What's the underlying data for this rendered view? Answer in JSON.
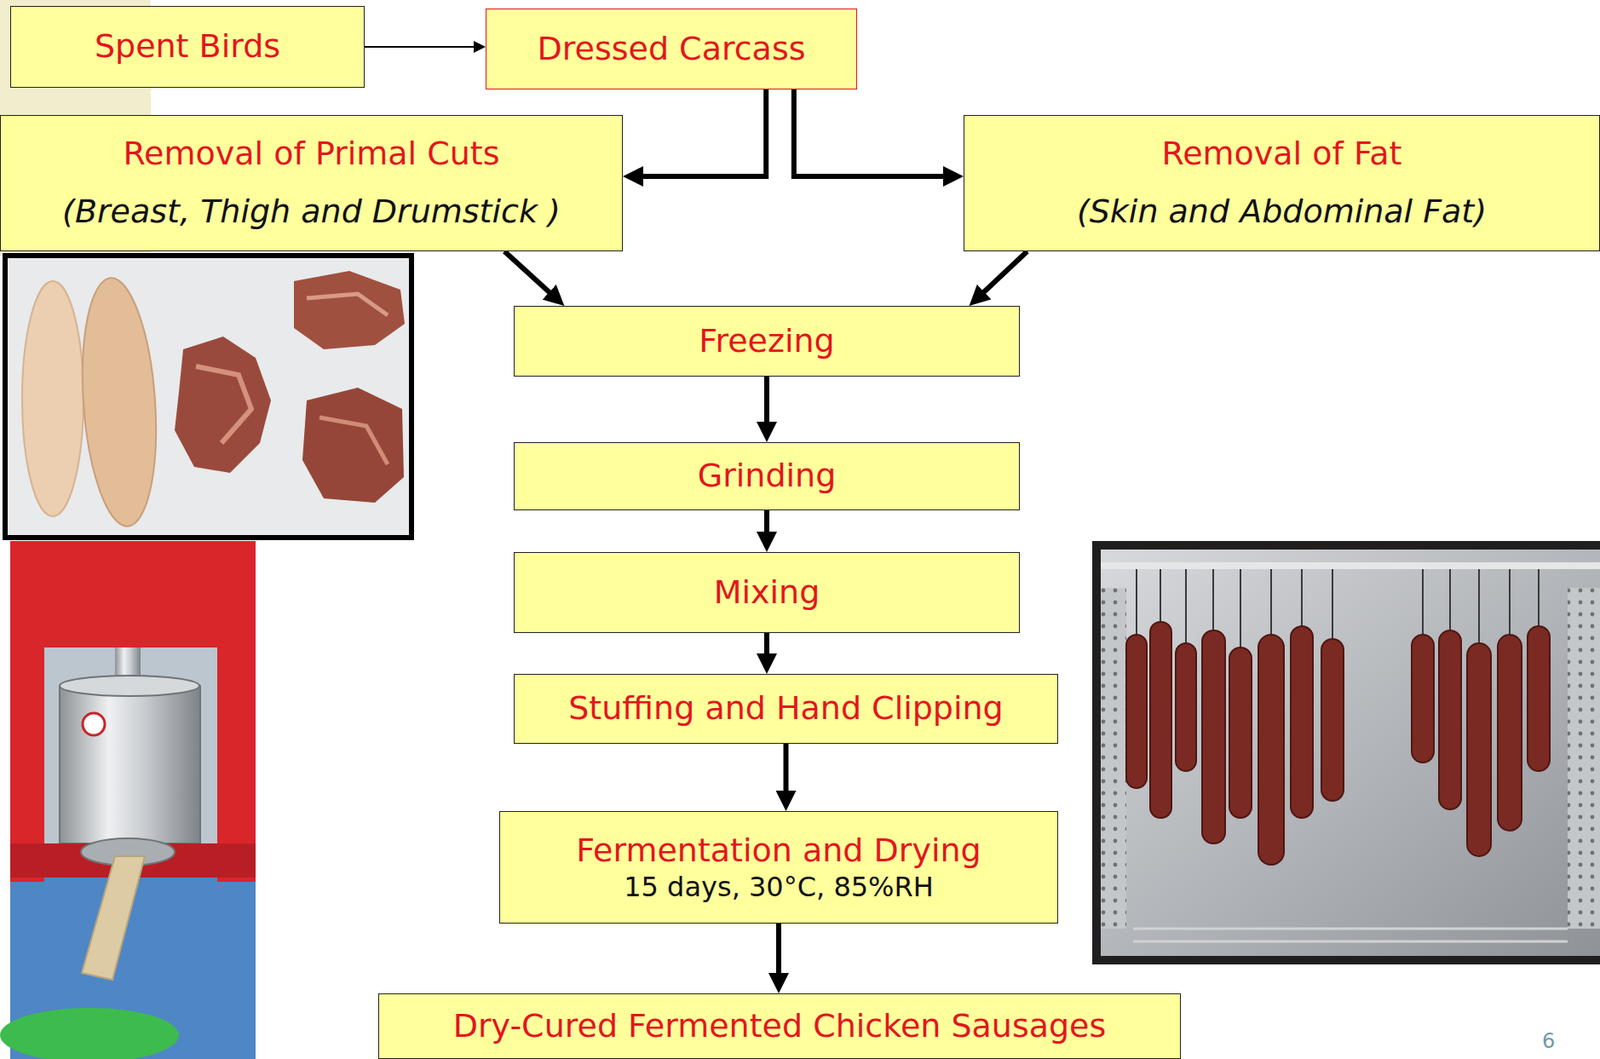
{
  "diagram": {
    "nodes": [
      {
        "text": [
          "Spent Birds"
        ]
      },
      {
        "text": [
          "Dressed Carcass"
        ]
      },
      {
        "text": [
          "Removal of Primal Cuts",
          "(Breast, Thigh and Drumstick )"
        ]
      },
      {
        "text": [
          "Removal of Fat",
          "(Skin and Abdominal Fat)"
        ]
      },
      {
        "text": [
          "Freezing"
        ]
      },
      {
        "text": [
          "Grinding"
        ]
      },
      {
        "text": [
          "Mixing"
        ]
      },
      {
        "text": [
          "Stuffing and Hand Clipping"
        ]
      },
      {
        "text": [
          "Fermentation and Drying",
          "15 days, 30°C, 85%RH"
        ]
      },
      {
        "text": [
          "Dry-Cured Fermented Chicken Sausages"
        ]
      }
    ],
    "edges": [
      {
        "from": 0,
        "to": 1,
        "arrow": "to"
      },
      {
        "from": 1,
        "to": 2,
        "arrow": "to"
      },
      {
        "from": 1,
        "to": 3,
        "arrow": "to"
      },
      {
        "from": 2,
        "to": 4,
        "arrow": "to"
      },
      {
        "from": 3,
        "to": 4,
        "arrow": "to"
      },
      {
        "from": 4,
        "to": 5,
        "arrow": "to"
      },
      {
        "from": 5,
        "to": 6,
        "arrow": "to"
      },
      {
        "from": 6,
        "to": 7,
        "arrow": "to"
      },
      {
        "from": 7,
        "to": 8,
        "arrow": "to"
      },
      {
        "from": 8,
        "to": 9,
        "arrow": "to"
      }
    ],
    "labels": [
      "6"
    ]
  }
}
